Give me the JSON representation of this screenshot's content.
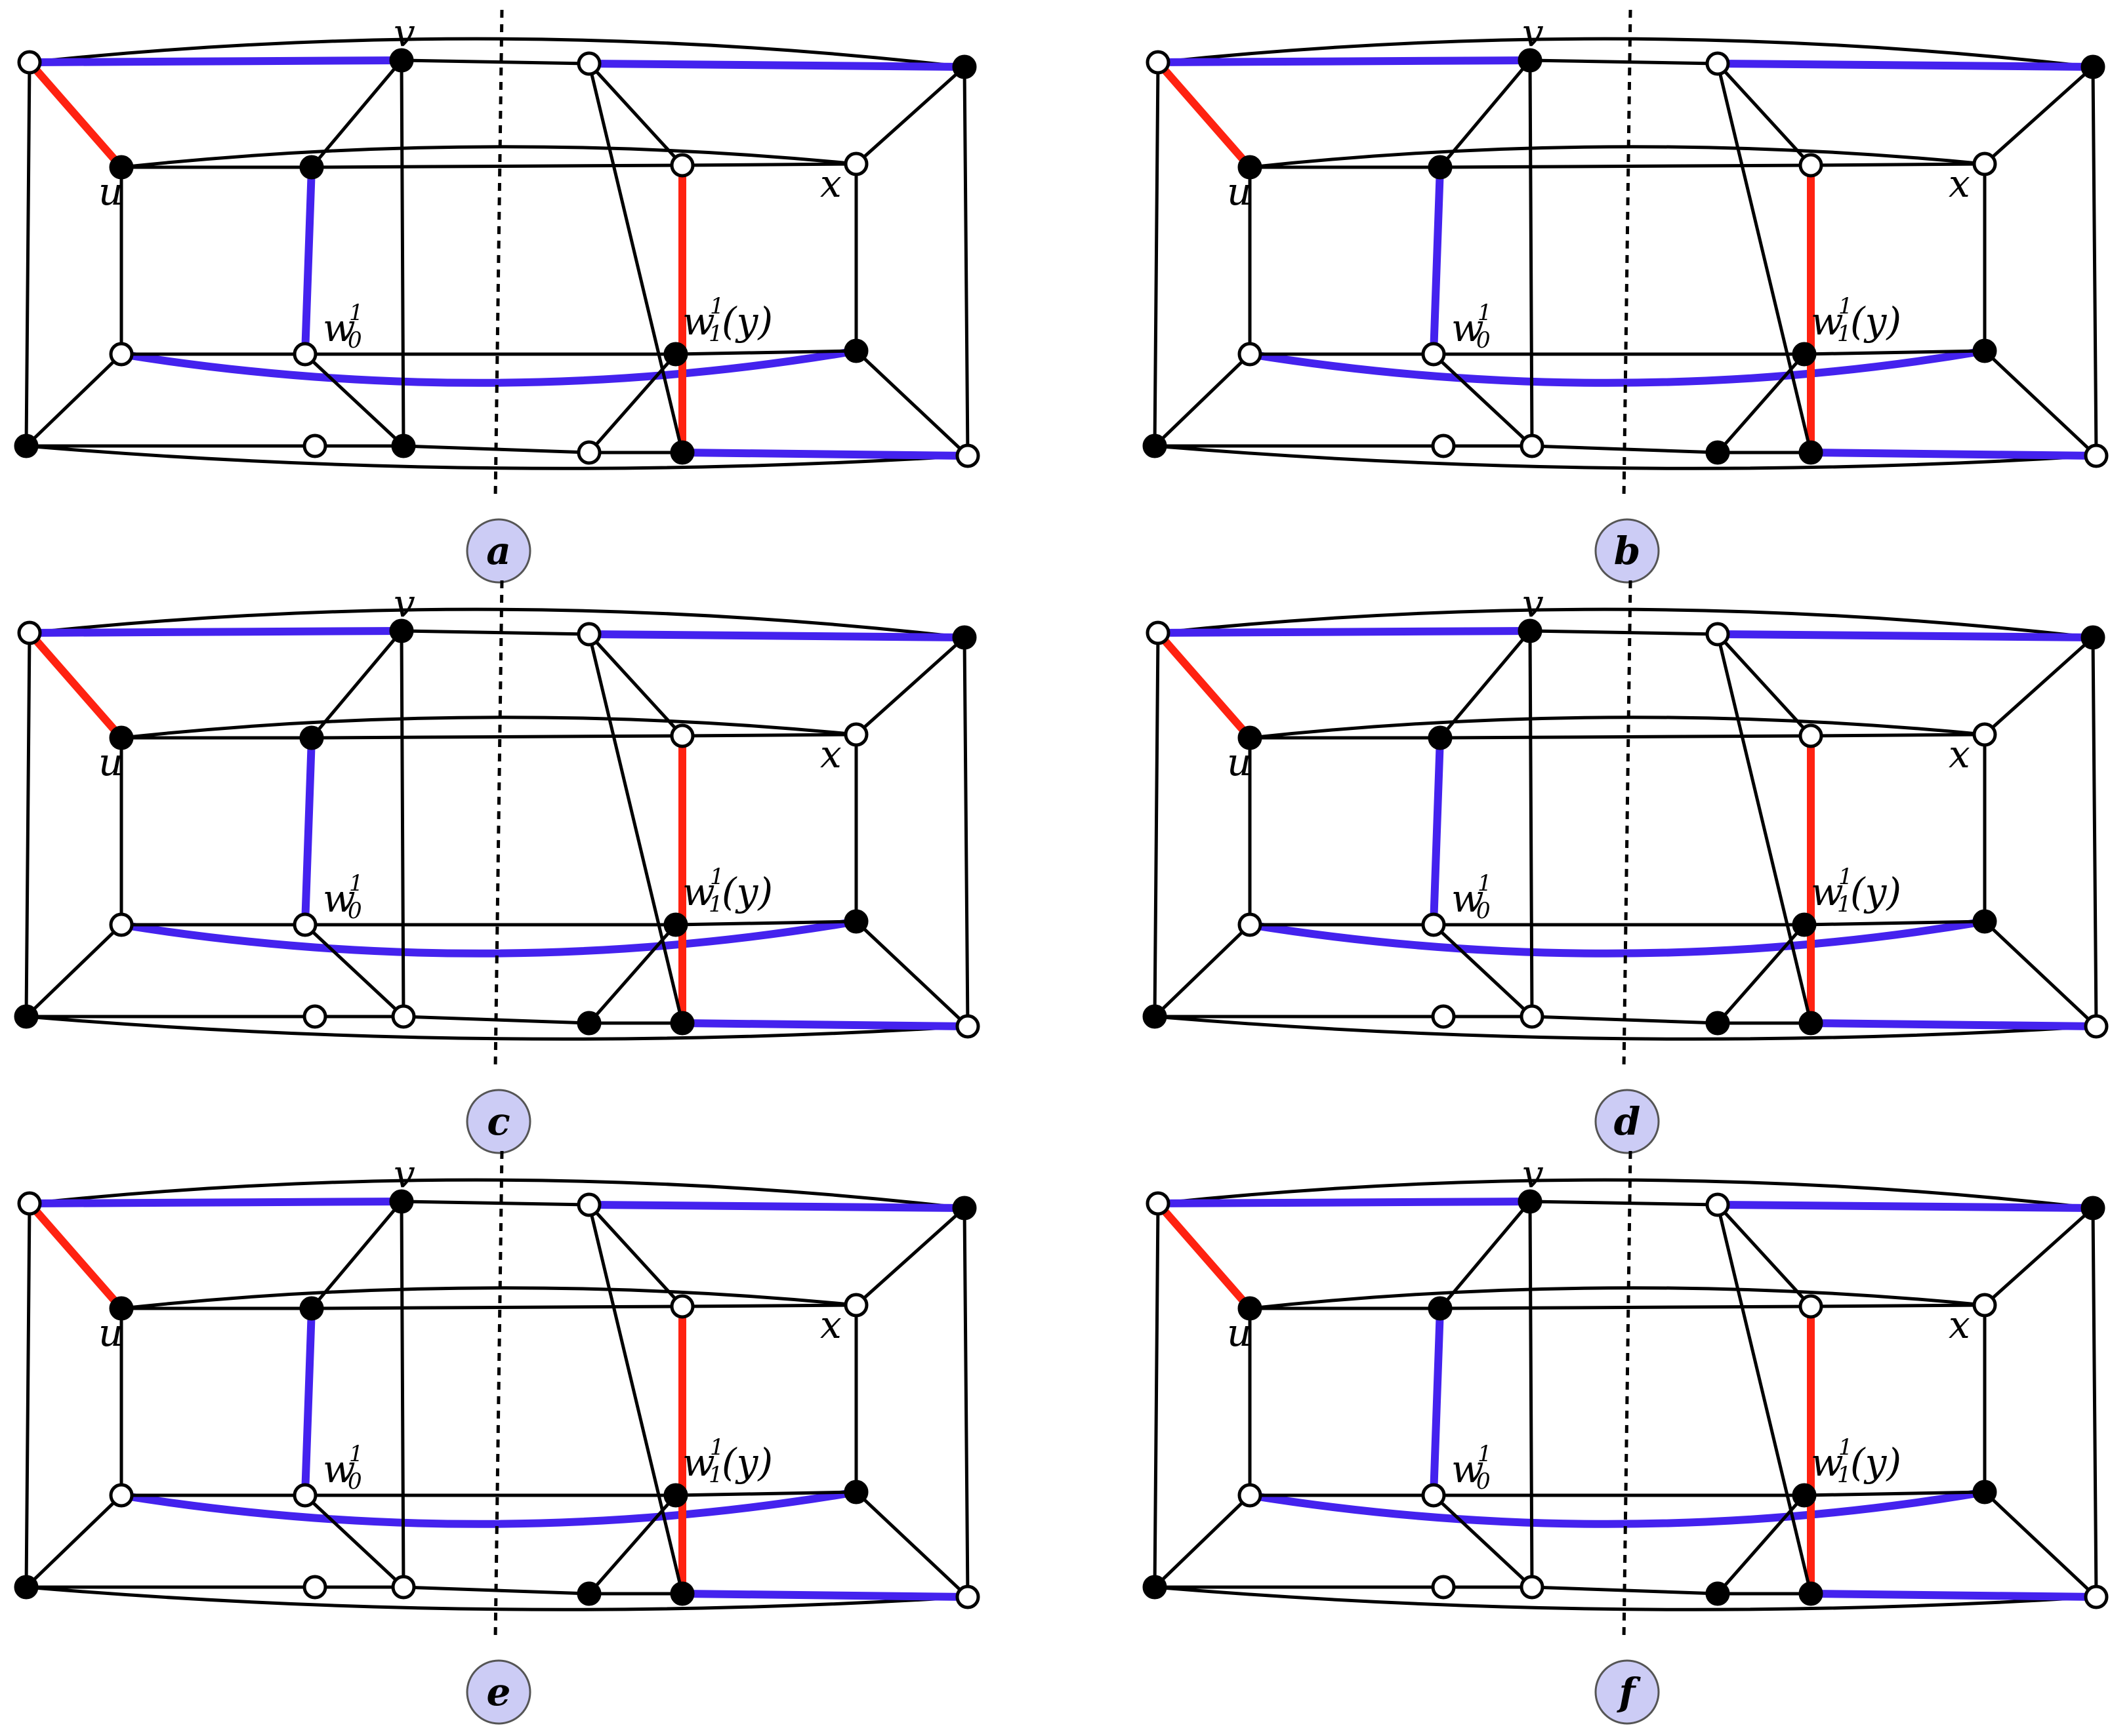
{
  "colors": {
    "black": "#000000",
    "blue": "#4422ee",
    "red": "#ff2211",
    "badge_fill": "#ccccf5",
    "badge_stroke": "#555555"
  },
  "panels": [
    {
      "id": "a",
      "label": "a",
      "vertex_labels": {
        "u": "u",
        "v": "v",
        "x": "x",
        "w0_base": "w",
        "w0_sub": "0",
        "w0_sup": "1",
        "w1_base": "w",
        "w1_sub": "1",
        "w1_sup": "1",
        "w1_tail": "(y)"
      },
      "fills": {
        "O1": "w",
        "O2": "b",
        "O3": "w",
        "O4": "b",
        "O5": "b",
        "O6": "w",
        "M1": "b",
        "M2": "w",
        "M3": "b",
        "M4": "w",
        "I1": "b",
        "I2": "w",
        "I3": "b",
        "I4": "w",
        "P1": "b",
        "P2": "w",
        "P3": "w",
        "P4": "b"
      },
      "colored": {
        "O1-O2": "blue",
        "O3-O4": "blue",
        "O5-O6": "blue",
        "O1-M1": "red",
        "M1-P1": "blue",
        "I1-P3": "blue",
        "O3-I3": "red",
        "O4-I4": "red",
        "O6-P4": "blue",
        "M2-M3": "red",
        "M3-P2": "red",
        "M4-P1": "blue",
        "I3-M2": "blue",
        "I4-P4": "red",
        "I1-I2": "blue",
        "O2-O3": "black",
        "O1-I1": "black",
        "O2-I2": "black"
      }
    },
    {
      "id": "b",
      "label": "b",
      "vertex_labels": {
        "u": "u",
        "v": "v",
        "x": "x",
        "w0_base": "w",
        "w0_sub": "0",
        "w0_sup": "1",
        "w1_base": "w",
        "w1_sub": "1",
        "w1_sup": "1",
        "w1_tail": "(y)"
      },
      "fills": {
        "O1": "w",
        "O2": "b",
        "O3": "w",
        "O4": "b",
        "O5": "b",
        "O6": "w",
        "M1": "b",
        "M2": "w",
        "M3": "b",
        "M4": "w",
        "I1": "b",
        "I2": "w",
        "I3": "b",
        "I4": "w",
        "P1": "w",
        "P2": "b",
        "P3": "w",
        "P4": "b"
      },
      "colored": {
        "O1-O2": "blue",
        "O3-O4": "blue",
        "O5-O6": "blue",
        "O1-M1": "red",
        "M1-P1": "blue",
        "I1-P3": "blue",
        "O3-I3": "red",
        "O4-I4": "red",
        "O6-P4": "blue",
        "M2-M3": "red",
        "M3-P2": "red",
        "M4-P1": "blue",
        "I3-M2": "blue",
        "I4-P4": "red",
        "I1-I2": "blue"
      }
    },
    {
      "id": "c",
      "label": "c",
      "vertex_labels": {
        "u": "u",
        "v": "v",
        "x": "x",
        "w0_base": "w",
        "w0_sub": "0",
        "w0_sup": "1",
        "w1_base": "w",
        "w1_sub": "1",
        "w1_sup": "1",
        "w1_tail": "(y)"
      },
      "fills": {
        "O1": "w",
        "O2": "b",
        "O3": "w",
        "O4": "b",
        "O5": "b",
        "O6": "w",
        "M1": "b",
        "M2": "w",
        "M3": "b",
        "M4": "w",
        "I1": "b",
        "I2": "w",
        "I3": "b",
        "I4": "w",
        "P1": "w",
        "P2": "b",
        "P3": "w",
        "P4": "b"
      },
      "colored": {
        "O1-O2": "blue",
        "O3-O4": "blue",
        "O5-O6": "blue",
        "O1-M1": "red",
        "M1-P1": "blue",
        "I1-P3": "blue",
        "O3-I3": "red",
        "O4-I4": "red",
        "O6-P4": "blue",
        "M2-M3": "red",
        "M3-P2": "red",
        "M4-P1": "blue",
        "I3-M2": "blue",
        "I4-P4": "red",
        "I1-I2": "blue"
      }
    },
    {
      "id": "d",
      "label": "d",
      "vertex_labels": {
        "u": "u",
        "v": "v",
        "x": "x",
        "w0_base": "w",
        "w0_sub": "0",
        "w0_sup": "1",
        "w1_base": "w",
        "w1_sub": "1",
        "w1_sup": "1",
        "w1_tail": "(y)"
      },
      "fills": {
        "O1": "w",
        "O2": "b",
        "O3": "w",
        "O4": "b",
        "O5": "b",
        "O6": "w",
        "M1": "b",
        "M2": "w",
        "M3": "b",
        "M4": "w",
        "I1": "b",
        "I2": "w",
        "I3": "b",
        "I4": "w",
        "P1": "w",
        "P2": "b",
        "P3": "w",
        "P4": "b"
      },
      "colored": {
        "O1-O2": "blue",
        "O3-O4": "blue",
        "O5-O6": "blue",
        "O1-M1": "red",
        "M1-P1": "blue",
        "I1-P3": "blue",
        "O3-I3": "red",
        "O4-I4": "red",
        "O6-P4": "blue",
        "M2-M3": "red",
        "M3-P2": "red",
        "M4-P1": "blue",
        "I3-M2": "blue",
        "I4-P4": "red",
        "I1-I2": "blue"
      }
    },
    {
      "id": "e",
      "label": "e",
      "vertex_labels": {
        "u": "u",
        "v": "v",
        "x": "x",
        "w0_base": "w",
        "w0_sub": "0",
        "w0_sup": "1",
        "w1_base": "w",
        "w1_sub": "1",
        "w1_sup": "1",
        "w1_tail": "(y)"
      },
      "fills": {
        "O1": "w",
        "O2": "b",
        "O3": "w",
        "O4": "b",
        "O5": "b",
        "O6": "w",
        "M1": "b",
        "M2": "w",
        "M3": "b",
        "M4": "w",
        "I1": "b",
        "I2": "w",
        "I3": "b",
        "I4": "w",
        "P1": "w",
        "P2": "b",
        "P3": "w",
        "P4": "b"
      },
      "colored": {
        "O1-O2": "blue",
        "O3-O4": "blue",
        "O5-O6": "blue",
        "O1-M1": "red",
        "M1-P1": "blue",
        "I1-P3": "blue",
        "O3-I3": "red",
        "O4-I4": "red",
        "O6-P4": "blue",
        "M2-M3": "red",
        "M3-P2": "red",
        "M4-P1": "blue",
        "I3-M2": "blue",
        "I4-P4": "red",
        "I1-I2": "blue"
      }
    },
    {
      "id": "f",
      "label": "f",
      "vertex_labels": {
        "u": "u",
        "v": "v",
        "x": "x",
        "w0_base": "w",
        "w0_sub": "0",
        "w0_sup": "1",
        "w1_base": "w",
        "w1_sub": "1",
        "w1_sup": "1",
        "w1_tail": "(y)"
      },
      "fills": {
        "O1": "w",
        "O2": "b",
        "O3": "w",
        "O4": "b",
        "O5": "b",
        "O6": "w",
        "M1": "b",
        "M2": "w",
        "M3": "b",
        "M4": "w",
        "I1": "b",
        "I2": "w",
        "I3": "b",
        "I4": "w",
        "P1": "w",
        "P2": "b",
        "P3": "w",
        "P4": "b"
      },
      "colored": {
        "O1-O2": "blue",
        "O3-O4": "blue",
        "O5-O6": "blue",
        "O1-M1": "red",
        "M1-P1": "blue",
        "I1-P3": "blue",
        "O3-I3": "red",
        "O4-I4": "red",
        "O6-P4": "blue",
        "M2-M3": "red",
        "M3-P2": "red",
        "M4-P1": "blue",
        "I3-M2": "blue",
        "I4-P4": "red",
        "I1-I2": "blue"
      }
    }
  ]
}
